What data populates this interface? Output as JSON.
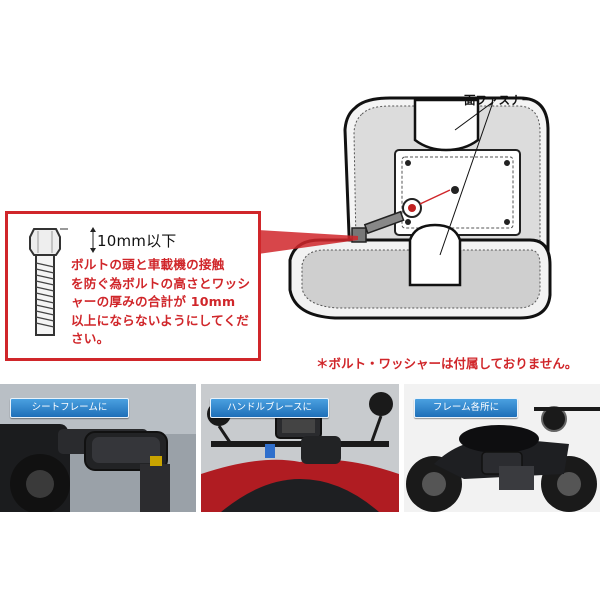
{
  "bolt_dimension": "10mm以下",
  "callout": {
    "lines": [
      "ボルトの頭と車載機の接触",
      "を防ぐ為ボルトの高さとワッシ",
      "ャーの厚みの合計が 10mm",
      "以上にならないようにしてくだ",
      "さい。"
    ]
  },
  "fastener_label": "面ファスナー",
  "note": "＊ボルト・ワッシャーは付属しておりません。",
  "photos": [
    {
      "label": "シートフレームに"
    },
    {
      "label": "ハンドルブレースに"
    },
    {
      "label": "フレーム各所に"
    }
  ],
  "colors": {
    "accent_red": "#d0262a",
    "badge_blue": "#2a7fcc"
  }
}
